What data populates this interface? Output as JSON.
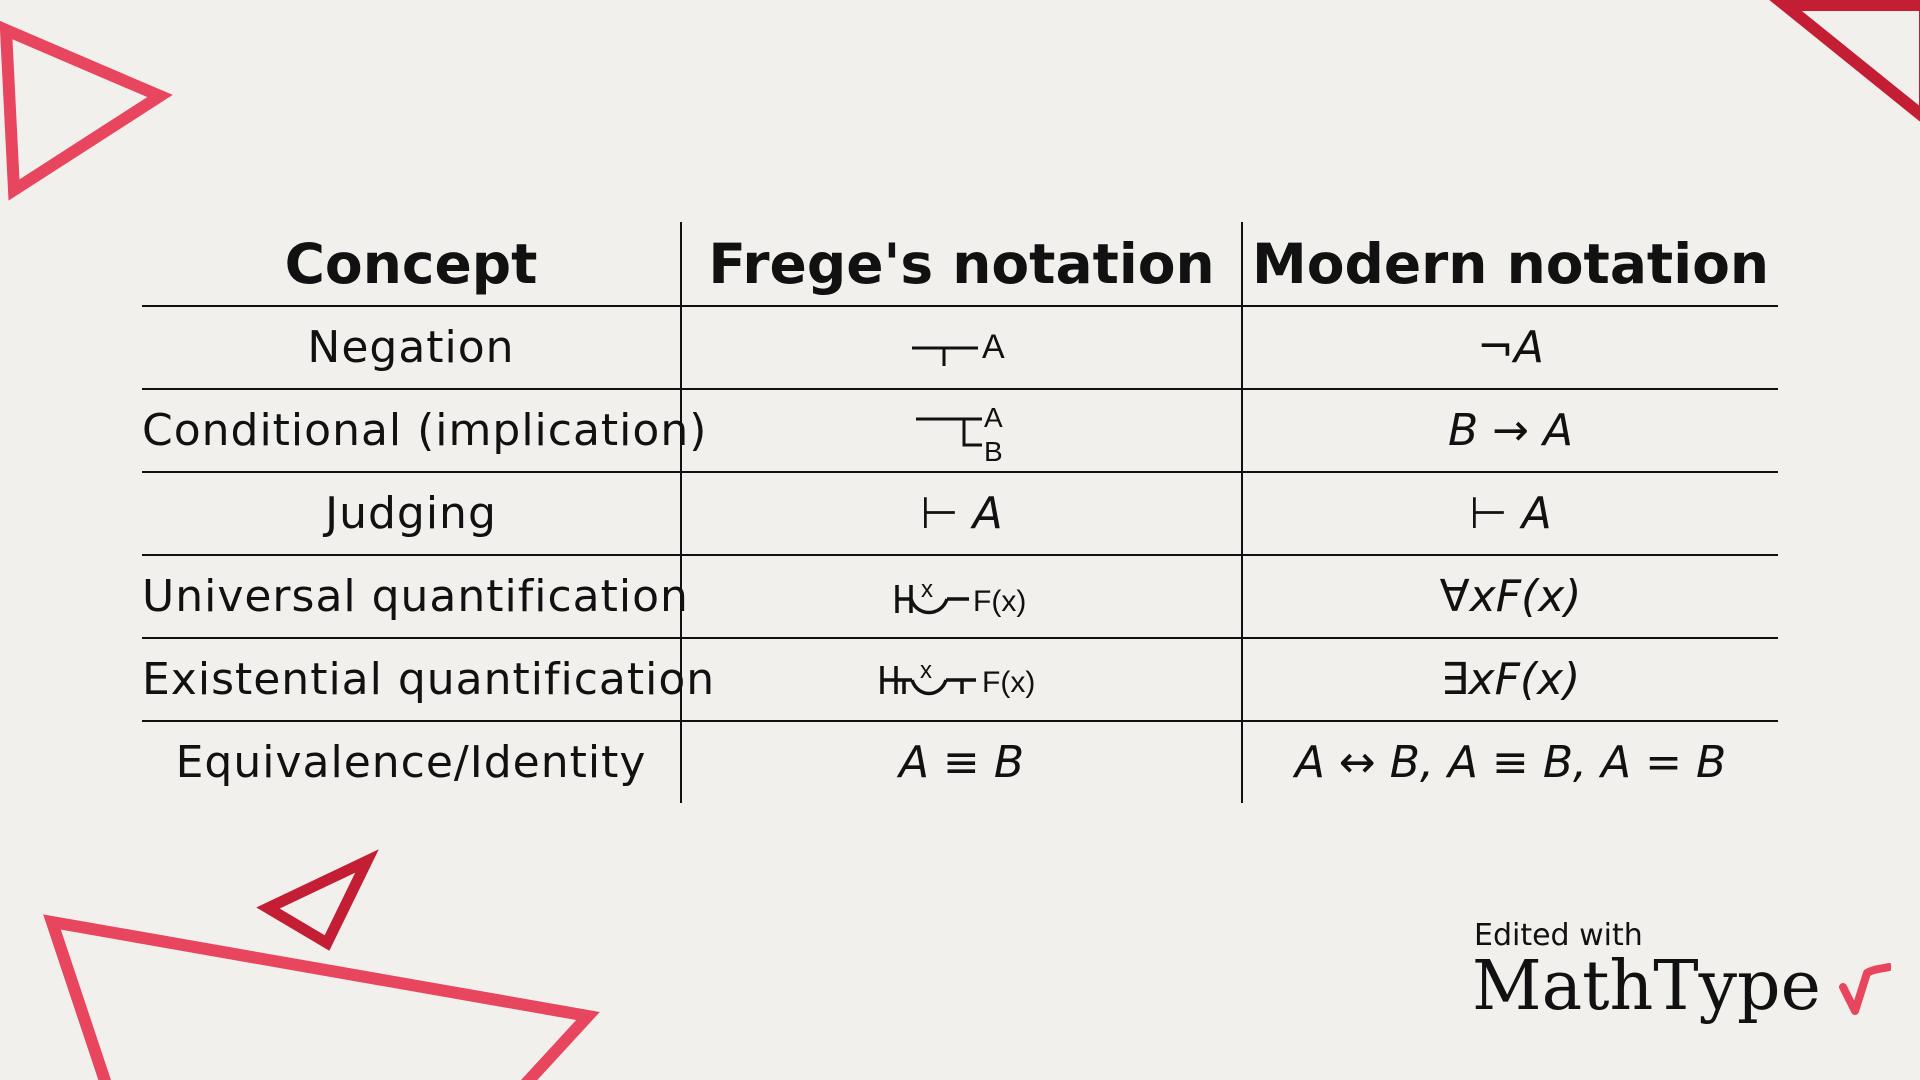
{
  "colors": {
    "accent_pink": "#e8465f",
    "accent_dark": "#c41e35",
    "background": "#f2f0ed",
    "ink": "#111111"
  },
  "table": {
    "headers": [
      "Concept",
      "Frege's notation",
      "Modern notation"
    ],
    "rows": [
      {
        "concept": "Negation",
        "frege_icon": "frege-negation-stroke",
        "frege_labels": [
          "A"
        ],
        "modern": "¬A"
      },
      {
        "concept": "Conditional (implication)",
        "frege_icon": "frege-conditional-stroke",
        "frege_labels": [
          "A",
          "B"
        ],
        "modern": "B → A"
      },
      {
        "concept": "Judging",
        "frege": "⊢ A",
        "modern": "⊢ A"
      },
      {
        "concept": "Universal quantification",
        "frege_icon": "frege-universal-concavity",
        "frege_labels": [
          "x",
          "F(x)"
        ],
        "modern": "∀xF(x)"
      },
      {
        "concept": "Existential quantification",
        "frege_icon": "frege-existential-concavity",
        "frege_labels": [
          "x",
          "F(x)"
        ],
        "modern": "∃xF(x)"
      },
      {
        "concept": "Equivalence/Identity",
        "frege": "A ≡ B",
        "modern": "A ↔ B,  A ≡ B,  A = B"
      }
    ]
  },
  "branding": {
    "prefix": "Edited with",
    "name": "MathType",
    "icon": "mathtype-check-icon"
  }
}
